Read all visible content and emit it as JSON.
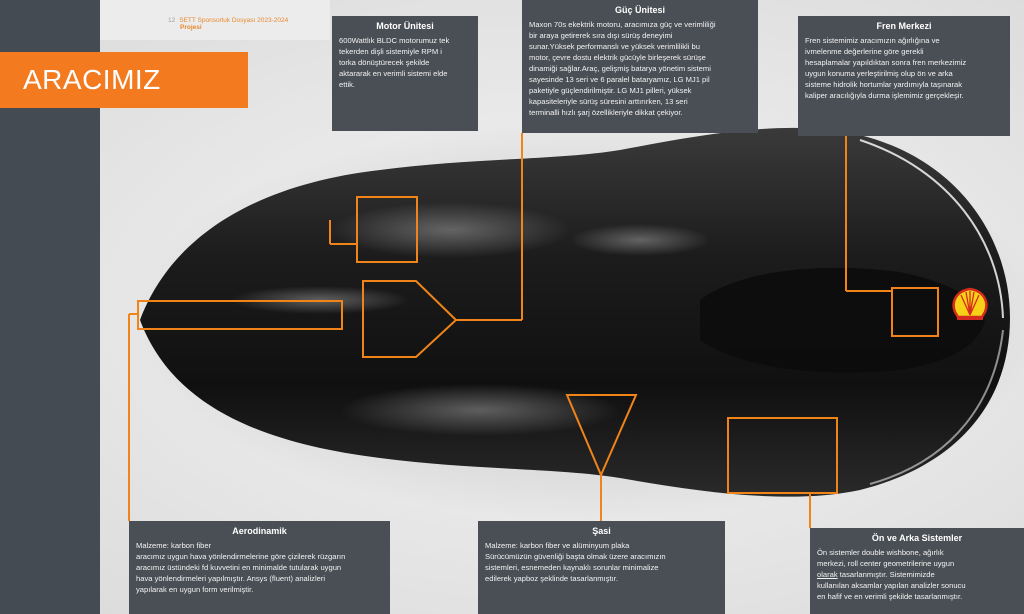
{
  "header": {
    "page_number": "12",
    "doc_line1": "SETT Sponsorluk Dosyası 2023-2024",
    "doc_line2": "Projesi"
  },
  "page_title": "ARACIMIZ",
  "boxes": {
    "motor": {
      "title": "Motor Ünitesi",
      "text": "600Wattlık BLDC motorumuz tek\ntekerden dişli sistemiyle RPM i\ntorka dönüştürecek şekilde\naktararak en verimli sistemi elde\nettik."
    },
    "guc": {
      "title": "Güç Ünitesi",
      "text": "Maxon 70s ekektrik motoru, aracımıza güç ve verimliliği\nbir araya getirerek sıra dışı sürüş deneyimi\nsunar.Yüksek performanslı ve yüksek verimlilikli  bu\nmotor, çevre dostu elektrik gücüyle birleşerek sürüşe\ndinamiği sağlar.Araç, gelişmiş batarya yönetim sistemi\nsayesinde 13 seri ve 6 paralel bataryamız, LG MJ1 pil\npaketiyle güçlendirilmiştir. LG MJ1 pilleri, yüksek\nkapasiteleriyle sürüş süresini arttırırken, 13 seri\nterminalli hızlı şarj özellikleriyle dikkat çekiyor."
    },
    "fren": {
      "title": "Fren Merkezi",
      "text": "Fren sistemimiz aracımızın ağırlığına ve\nivmelenme değerlerine göre gerekli\nhesaplamalar yapıldıktan sonra fren merkezimiz\nuygun konuma yerleştirilmiş olup ön ve arka\nsisteme hidrolik hortumlar yardımıyla taşınarak\nkaliper aracılığıyla durma işlemimiz gerçekleşir."
    },
    "aero": {
      "title": "Aerodinamik",
      "text": "Malzeme: karbon fiber\naracımız uygun hava yönlendirmelerine göre çizilerek rüzgarın\naracımız üstündeki fd kuvvetini en minimalde tutularak uygun\nhava yönlendirmeleri yapılmıştır. Ansys (fluent) analizleri\nyapılarak en uygun form verilmiştir."
    },
    "sasi": {
      "title": "Şasi",
      "text": "Malzeme: karbon fiber  ve alüminyum plaka\nSürücümüzün güvenliği başta olmak üzere aracımızın\nsistemleri, esnemeden kaynaklı sorunlar minimalize\nedilerek yapboz şeklinde tasarlanmıştır."
    },
    "onarka": {
      "title": "Ön ve Arka Sistemler",
      "text_a": "Ön sistemler double wishbone, ağırlık\nmerkezi, roll center geometrilerine uygun\n",
      "text_u": "olarak",
      "text_b": " tasarlanmıştır. Sistemimizde\nkullanılan aksamlar yapılan analizler sonucu\nen hafif ve en verimli şekilde tasarlanmıştır."
    }
  },
  "colors": {
    "accent": "#f47a20",
    "panel": "#4a4f55",
    "sidebar": "#454b52"
  },
  "icons": {
    "logo": "shell-logo"
  }
}
